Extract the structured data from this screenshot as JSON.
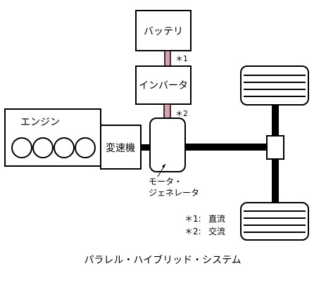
{
  "diagram": {
    "title": "パラレル・ハイブリッド・システム",
    "components": {
      "battery": "バッテリ",
      "inverter": "インバータ",
      "engine": "エンジン",
      "transmission": "変速機",
      "motor_generator_line1": "モータ・",
      "motor_generator_line2": "ジェネレータ"
    },
    "links": {
      "battery_inverter_mark": "＊1",
      "inverter_motor_mark": "＊2"
    },
    "legend": [
      {
        "mark": "＊1:",
        "label": "直流"
      },
      {
        "mark": "＊2:",
        "label": "交流"
      }
    ],
    "colors": {
      "stroke": "#000000",
      "electric_link": "#d9a3ad",
      "background": "#ffffff"
    }
  }
}
